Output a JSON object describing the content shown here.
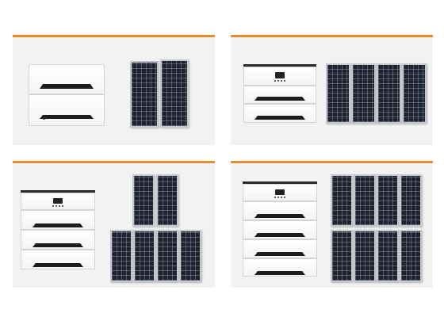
{
  "colors": {
    "accent": "#e8892b",
    "card_background": "#f2f2f2",
    "panel": "#1f2330",
    "battery_body": "#ffffff"
  },
  "configurations": [
    {
      "battery_modules": 2,
      "solar_panels": 2
    },
    {
      "battery_modules": 3,
      "solar_panels": 4
    },
    {
      "battery_modules": 4,
      "solar_panels": 6
    },
    {
      "battery_modules": 5,
      "solar_panels": 8
    }
  ],
  "icons": {
    "battery": "battery-stack-icon",
    "panel": "solar-panel-icon"
  }
}
